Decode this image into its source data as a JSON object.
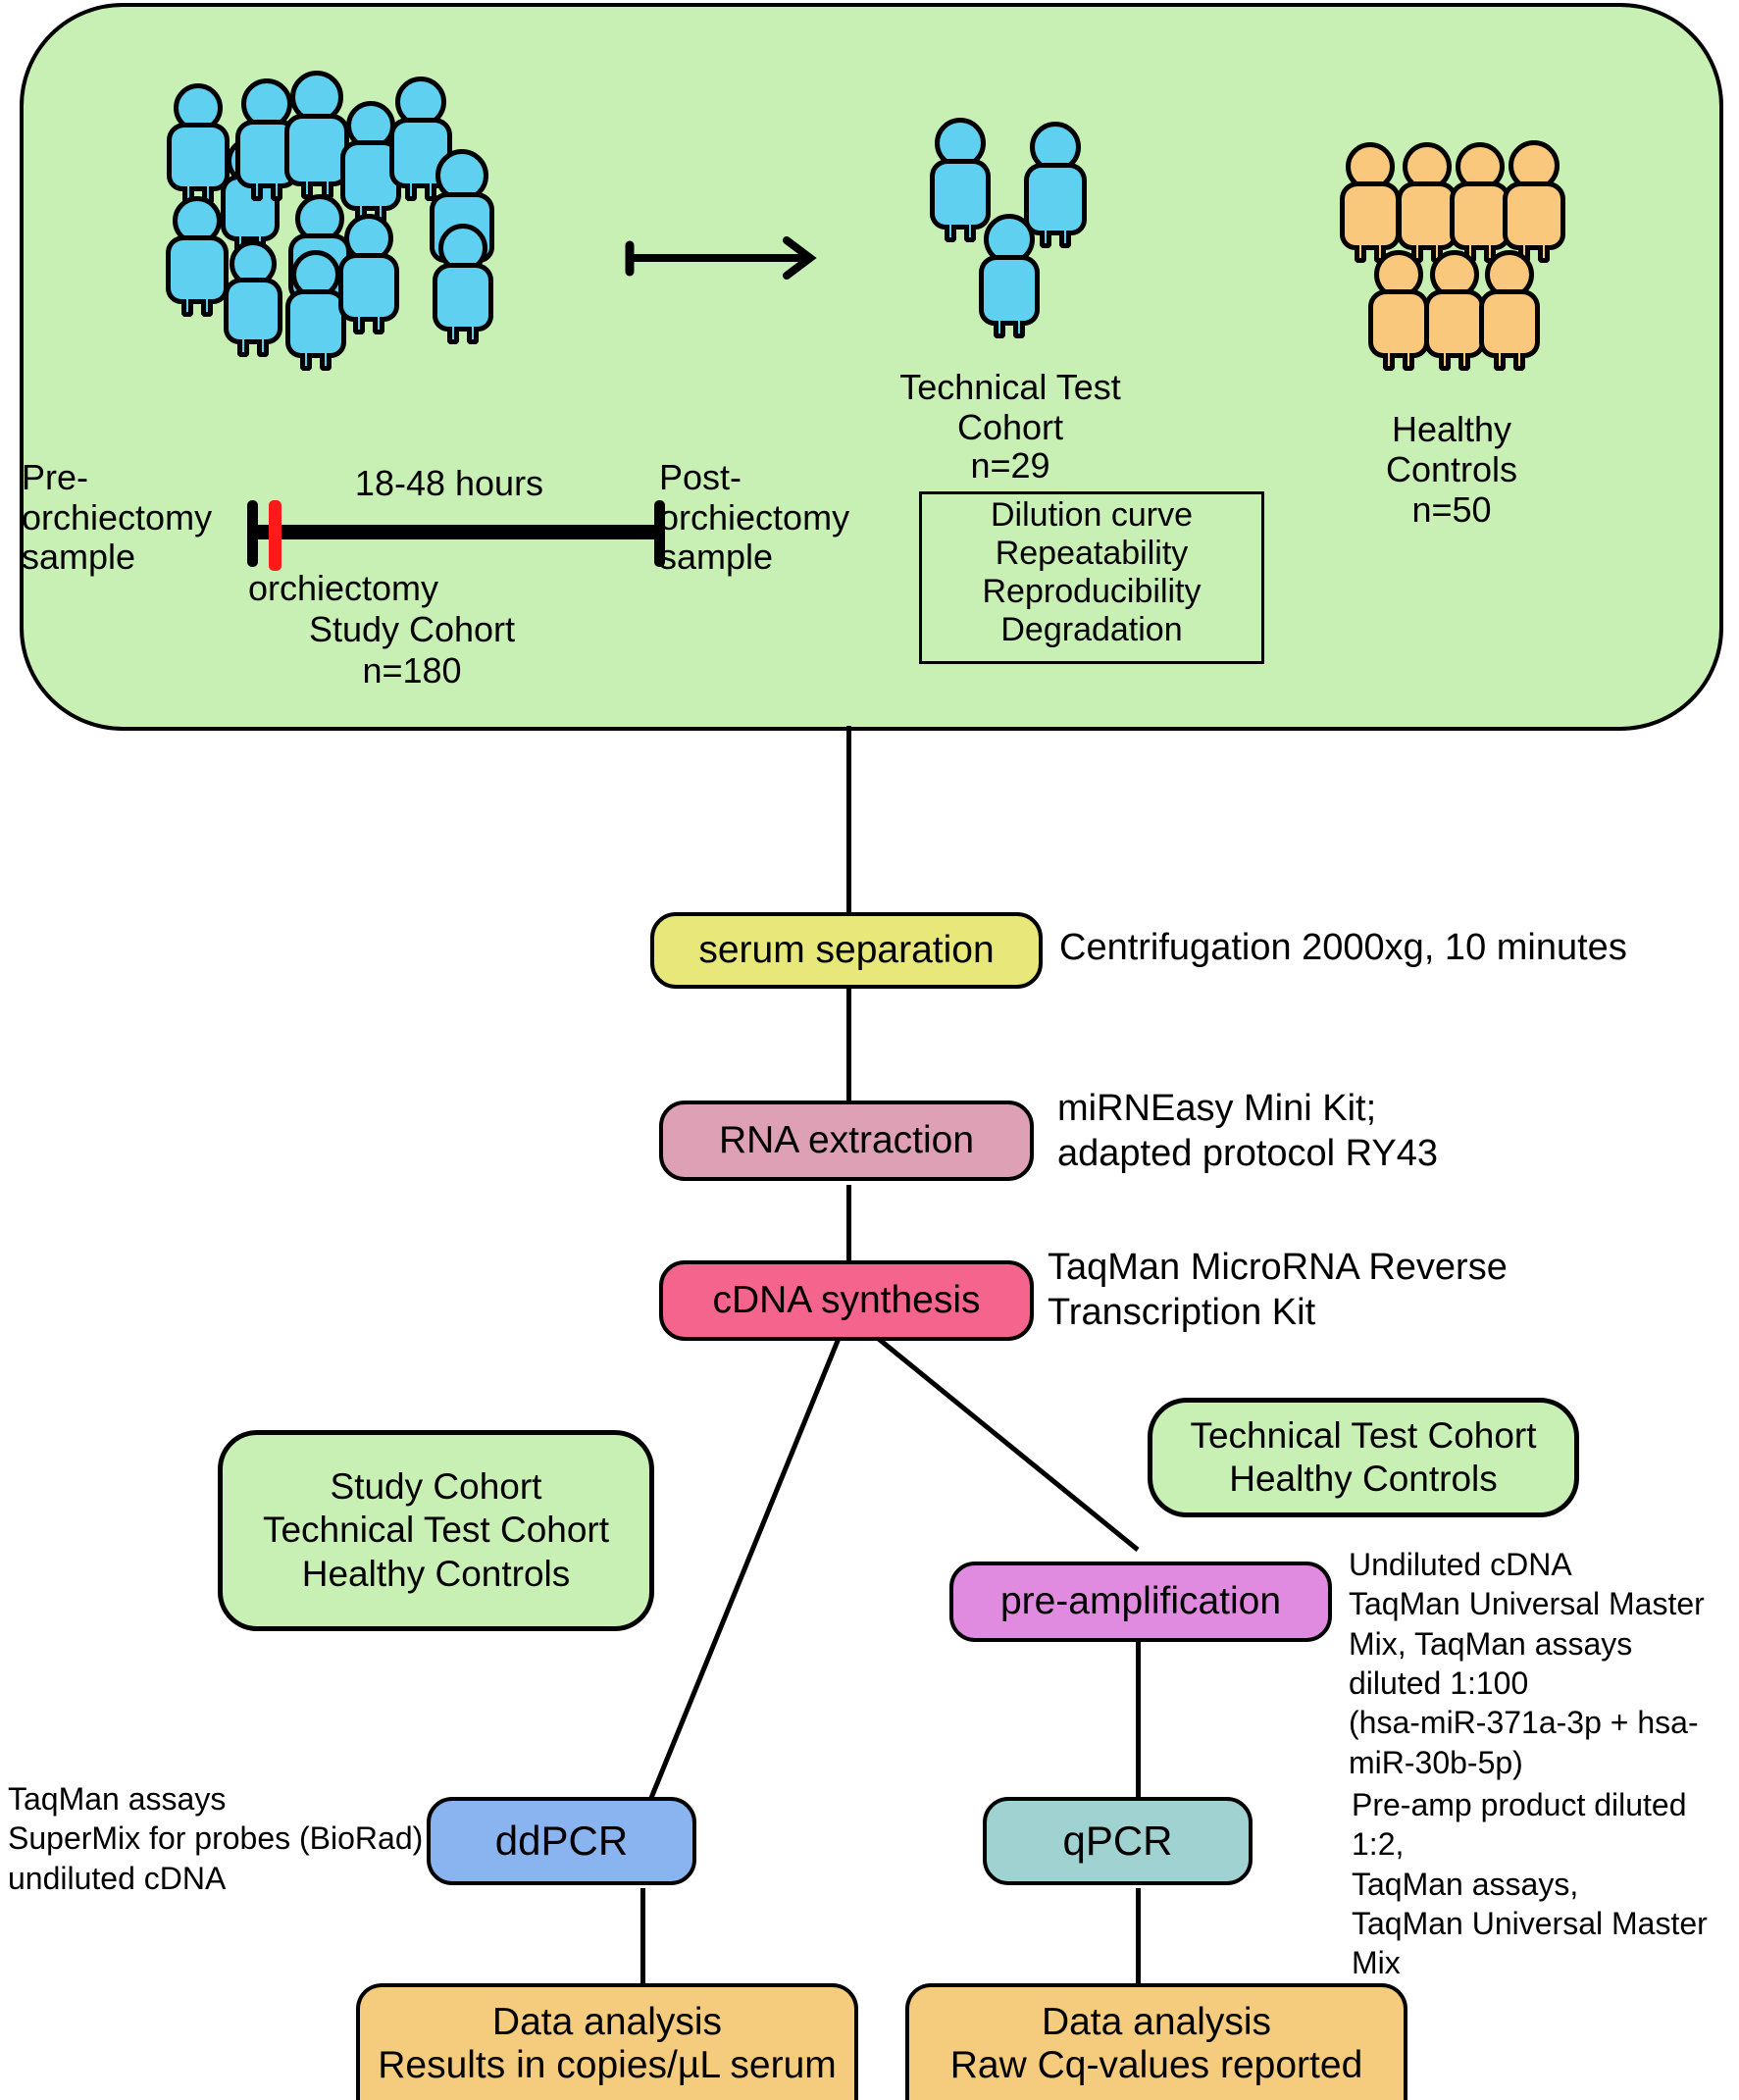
{
  "figure": {
    "title": "Study workflow for serum microRNA analysis",
    "colors": {
      "panel_green": "#c8f0b4",
      "person_blue": "#5fd0f0",
      "person_orange": "#fac87d",
      "serum_yellow": "#e8e87a",
      "rna_mauve": "#dda0b4",
      "cdna_pink": "#f4648c",
      "preamp_violet": "#e08ae0",
      "ddpcr_blue": "#8ab4f0",
      "qpcr_teal": "#a0d2d2",
      "data_orange": "#f5cb7d",
      "accent_red": "#ff1a1a",
      "outline": "#000000"
    }
  },
  "cohort_panel": {
    "study_cohort": {
      "pre_label": "Pre-\norchiectomy\nsample",
      "post_label": "Post-\norchiectomy\nsample",
      "duration": "18-48 hours",
      "event": "orchiectomy",
      "name": "Study Cohort",
      "n": "n=180",
      "figure_count": 13,
      "figure_color": "#5fd0f0"
    },
    "technical_test_cohort": {
      "name": "Technical Test\nCohort",
      "n": "n=29",
      "figure_count": 3,
      "figure_color": "#5fd0f0",
      "experiments": [
        "Dilution curve",
        "Repeatability",
        "Reproducibility",
        "Degradation"
      ]
    },
    "healthy_controls": {
      "name": "Healthy\nControls",
      "n": "n=50",
      "figure_count": 7,
      "figure_color": "#fac87d"
    }
  },
  "workflow": {
    "steps": [
      {
        "id": "serum-separation",
        "label": "serum separation",
        "color": "#e8e87a",
        "annotation": "Centrifugation 2000xg, 10 minutes"
      },
      {
        "id": "rna-extraction",
        "label": "RNA extraction",
        "color": "#dda0b4",
        "annotation": "miRNEasy Mini Kit;\nadapted protocol RY43"
      },
      {
        "id": "cdna-synthesis",
        "label": "cDNA synthesis",
        "color": "#f4648c",
        "annotation": "TaqMan MicroRNA Reverse\nTranscription Kit"
      },
      {
        "id": "pre-amplification",
        "label": "pre-amplification",
        "color": "#e08ae0",
        "annotation": "Undiluted cDNA\nTaqMan Universal Master\nMix, TaqMan assays\ndiluted 1:100\n(hsa-miR-371a-3p + hsa-\nmiR-30b-5p)"
      },
      {
        "id": "ddpcr",
        "label": "ddPCR",
        "color": "#8ab4f0",
        "annotation": "TaqMan assays\nSuperMix for probes (BioRad)\nundiluted cDNA"
      },
      {
        "id": "qpcr",
        "label": "qPCR",
        "color": "#a0d2d2",
        "annotation": "Pre-amp product diluted 1:2,\nTaqMan assays,\nTaqMan Universal Master\nMix"
      }
    ],
    "cohort_tags": [
      {
        "id": "ddpcr-cohorts",
        "text": "Study Cohort\nTechnical Test Cohort\nHealthy Controls"
      },
      {
        "id": "qpcr-cohorts",
        "text": "Technical Test Cohort\nHealthy Controls"
      }
    ],
    "outputs": [
      {
        "id": "ddpcr-data-analysis",
        "text": "Data analysis\nResults in copies/µL serum",
        "color": "#f5cb7d"
      },
      {
        "id": "qpcr-data-analysis",
        "text": "Data analysis\nRaw Cq-values reported",
        "color": "#f5cb7d"
      }
    ]
  }
}
